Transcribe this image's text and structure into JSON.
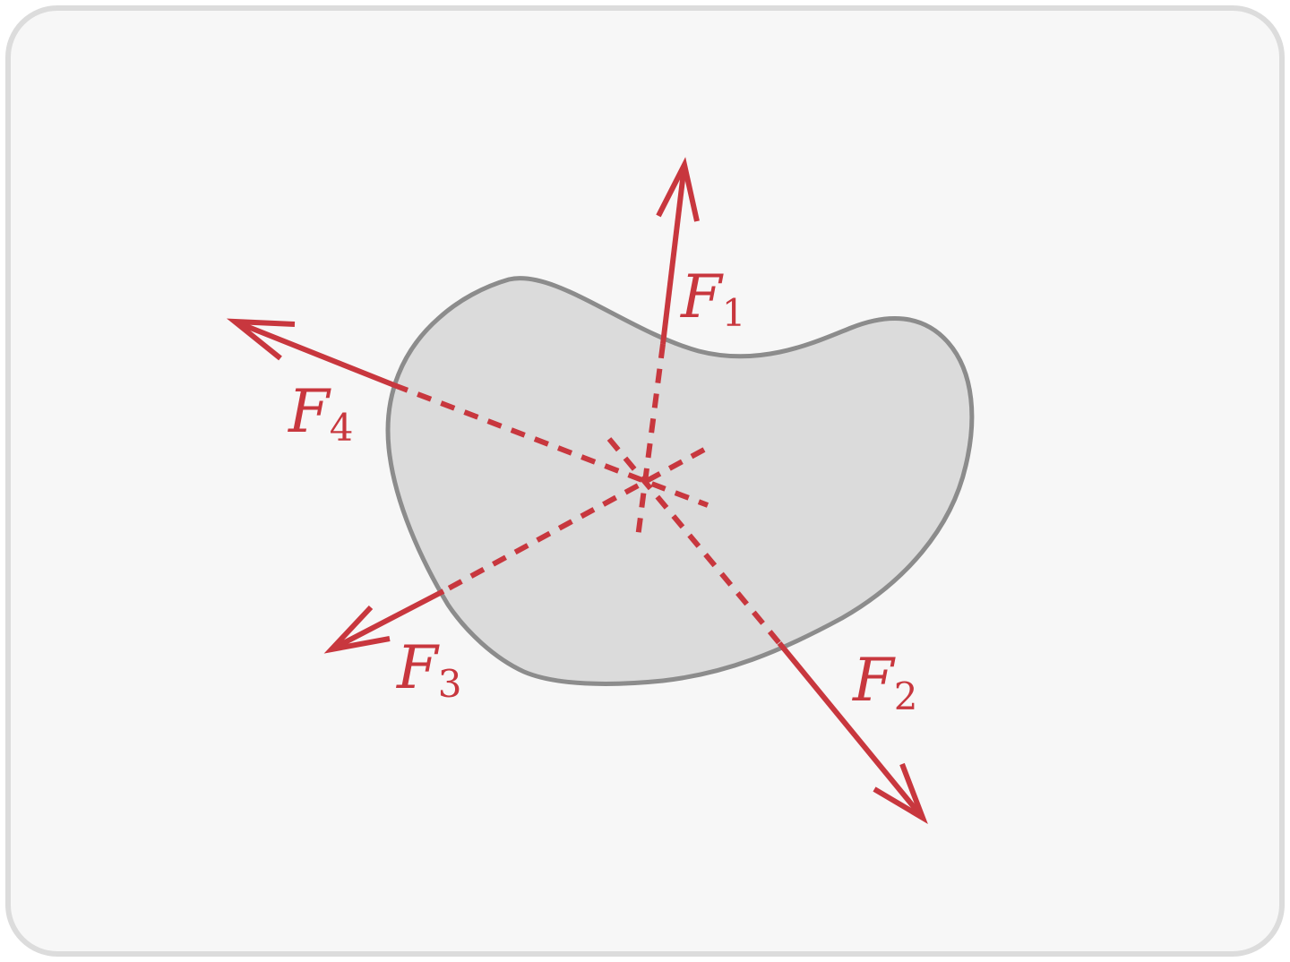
{
  "diagram": {
    "colors": {
      "background": "#f7f7f7",
      "frame_border": "#dcdcdc",
      "body_fill": "#dbdbdb",
      "body_stroke": "#8c8c8c",
      "force": "#c8373e"
    },
    "forces": [
      {
        "id": "F1",
        "letter": "F",
        "subscript": "1"
      },
      {
        "id": "F2",
        "letter": "F",
        "subscript": "2"
      },
      {
        "id": "F3",
        "letter": "F",
        "subscript": "3"
      },
      {
        "id": "F4",
        "letter": "F",
        "subscript": "4"
      }
    ]
  }
}
